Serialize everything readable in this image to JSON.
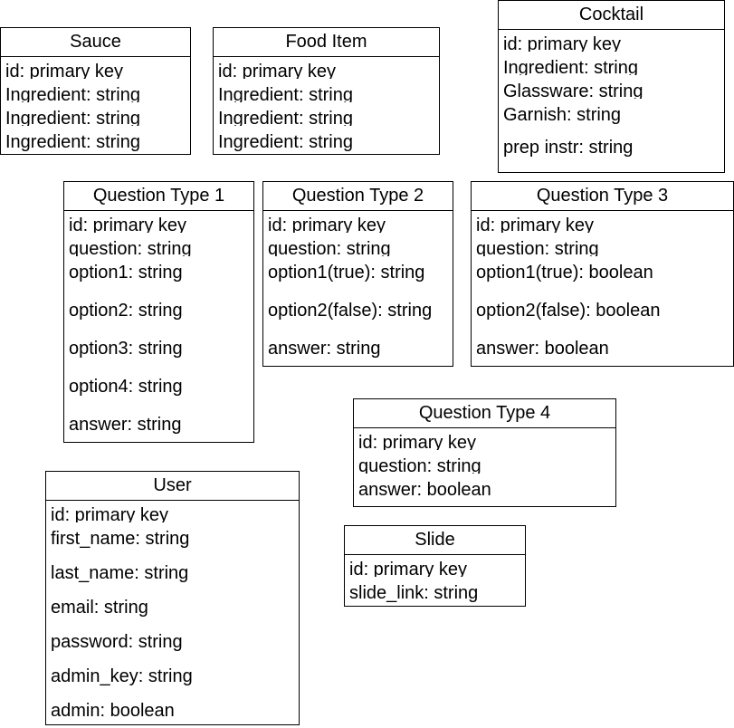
{
  "entities": {
    "sauce": {
      "title": "Sauce",
      "fields": [
        "id: primary key",
        "Ingredient: string",
        "Ingredient: string",
        "Ingredient: string"
      ]
    },
    "food_item": {
      "title": "Food Item",
      "fields": [
        "id: primary key",
        "Ingredient: string",
        "Ingredient: string",
        "Ingredient: string"
      ]
    },
    "cocktail": {
      "title": "Cocktail",
      "fields": [
        "id: primary key",
        "Ingredient: string",
        "Glassware: string",
        "Garnish: string",
        "prep instr: string"
      ]
    },
    "question_type_1": {
      "title": "Question Type 1",
      "fields": [
        "id: primary key",
        "question: string",
        "option1: string",
        "option2: string",
        "option3: string",
        "option4: string",
        "answer: string"
      ]
    },
    "question_type_2": {
      "title": "Question Type 2",
      "fields": [
        "id: primary key",
        "question: string",
        "option1(true): string",
        "option2(false): string",
        "answer: string"
      ]
    },
    "question_type_3": {
      "title": "Question Type 3",
      "fields": [
        "id: primary key",
        "question: string",
        "option1(true): boolean",
        "option2(false): boolean",
        "answer: boolean"
      ]
    },
    "question_type_4": {
      "title": "Question Type 4",
      "fields": [
        "id: primary key",
        "question: string",
        "answer: boolean"
      ]
    },
    "user": {
      "title": "User",
      "fields": [
        "id: primary key",
        "first_name: string",
        "last_name: string",
        "email: string",
        "password: string",
        "admin_key: string",
        "admin: boolean"
      ]
    },
    "slide": {
      "title": "Slide",
      "fields": [
        "id: primary key",
        "slide_link: string"
      ]
    }
  }
}
